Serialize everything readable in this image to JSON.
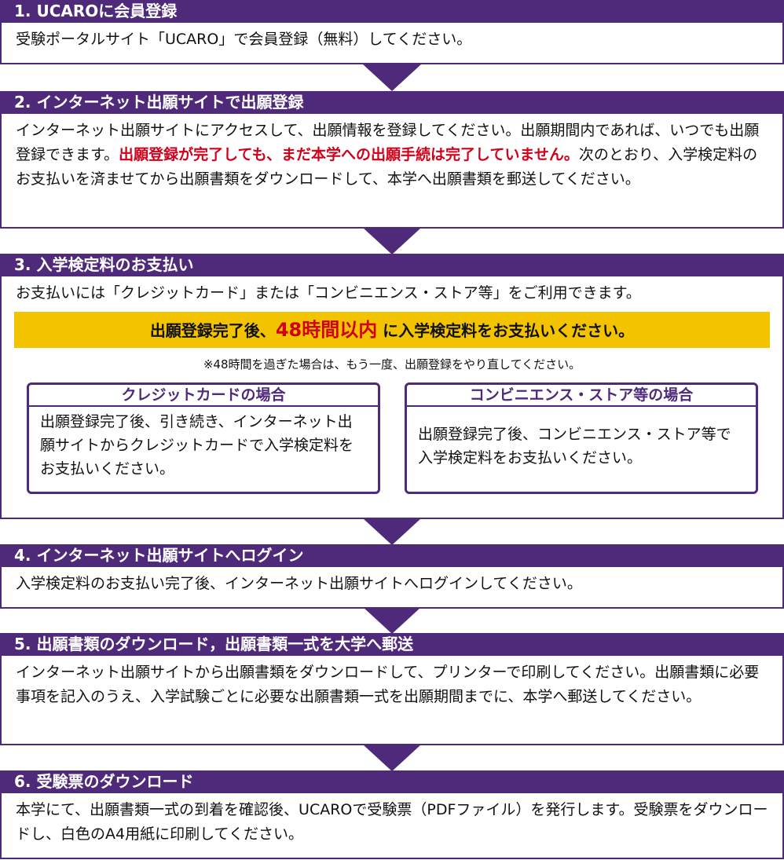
{
  "colors": {
    "primary": "#4f2a7a",
    "highlight": "#f3c300",
    "accent_red": "#d0021b"
  },
  "steps": [
    {
      "title": "1. UCAROに会員登録",
      "text": "受験ポータルサイト「UCARO」で会員登録（無料）してください。"
    },
    {
      "title": "2. インターネット出願サイトで出願登録",
      "text_a": "インターネット出願サイトにアクセスして、出願情報を登録してください。出願期間内であれば、いつでも出願登録できます。",
      "text_red": "出願登録が完了しても、まだ本学への出願手続は完了していません。",
      "text_b": "次のとおり、入学検定料のお支払いを済ませてから出願書類をダウンロードして、本学へ出願書類を郵送してください。"
    },
    {
      "title": "3. 入学検定料のお支払い",
      "text": "お支払いには「クレジットカード」または「コンビニエンス・ストア等」をご利用できます。",
      "highlight_a": "出願登録完了後、",
      "highlight_big": "48時間以内",
      "highlight_b": " に入学検定料をお支払いください。",
      "note": "※48時間を過ぎた場合は、もう一度、出願登録をやり直してください。",
      "methods": [
        {
          "title": "クレジットカードの場合",
          "text": "出願登録完了後、引き続き、インターネット出願サイトからクレジットカードで入学検定料をお支払いください。"
        },
        {
          "title": "コンビニエンス・ストア等の場合",
          "text": "出願登録完了後、コンビニエンス・ストア等で入学検定料をお支払いください。"
        }
      ]
    },
    {
      "title": "4. インターネット出願サイトへログイン",
      "text": "入学検定料のお支払い完了後、インターネット出願サイトへログインしてください。"
    },
    {
      "title": "5. 出願書類のダウンロード，出願書類一式を大学へ郵送",
      "text": "インターネット出願サイトから出願書類をダウンロードして、プリンターで印刷してください。出願書類に必要事項を記入のうえ、入学試験ごとに必要な出願書類一式を出願期間までに、本学へ郵送してください。"
    },
    {
      "title": "6. 受験票のダウンロード",
      "text": "本学にて、出願書類一式の到着を確認後、UCAROで受験票（PDFファイル）を発行します。受験票をダウンロードし、白色のA4用紙に印刷してください。"
    }
  ]
}
